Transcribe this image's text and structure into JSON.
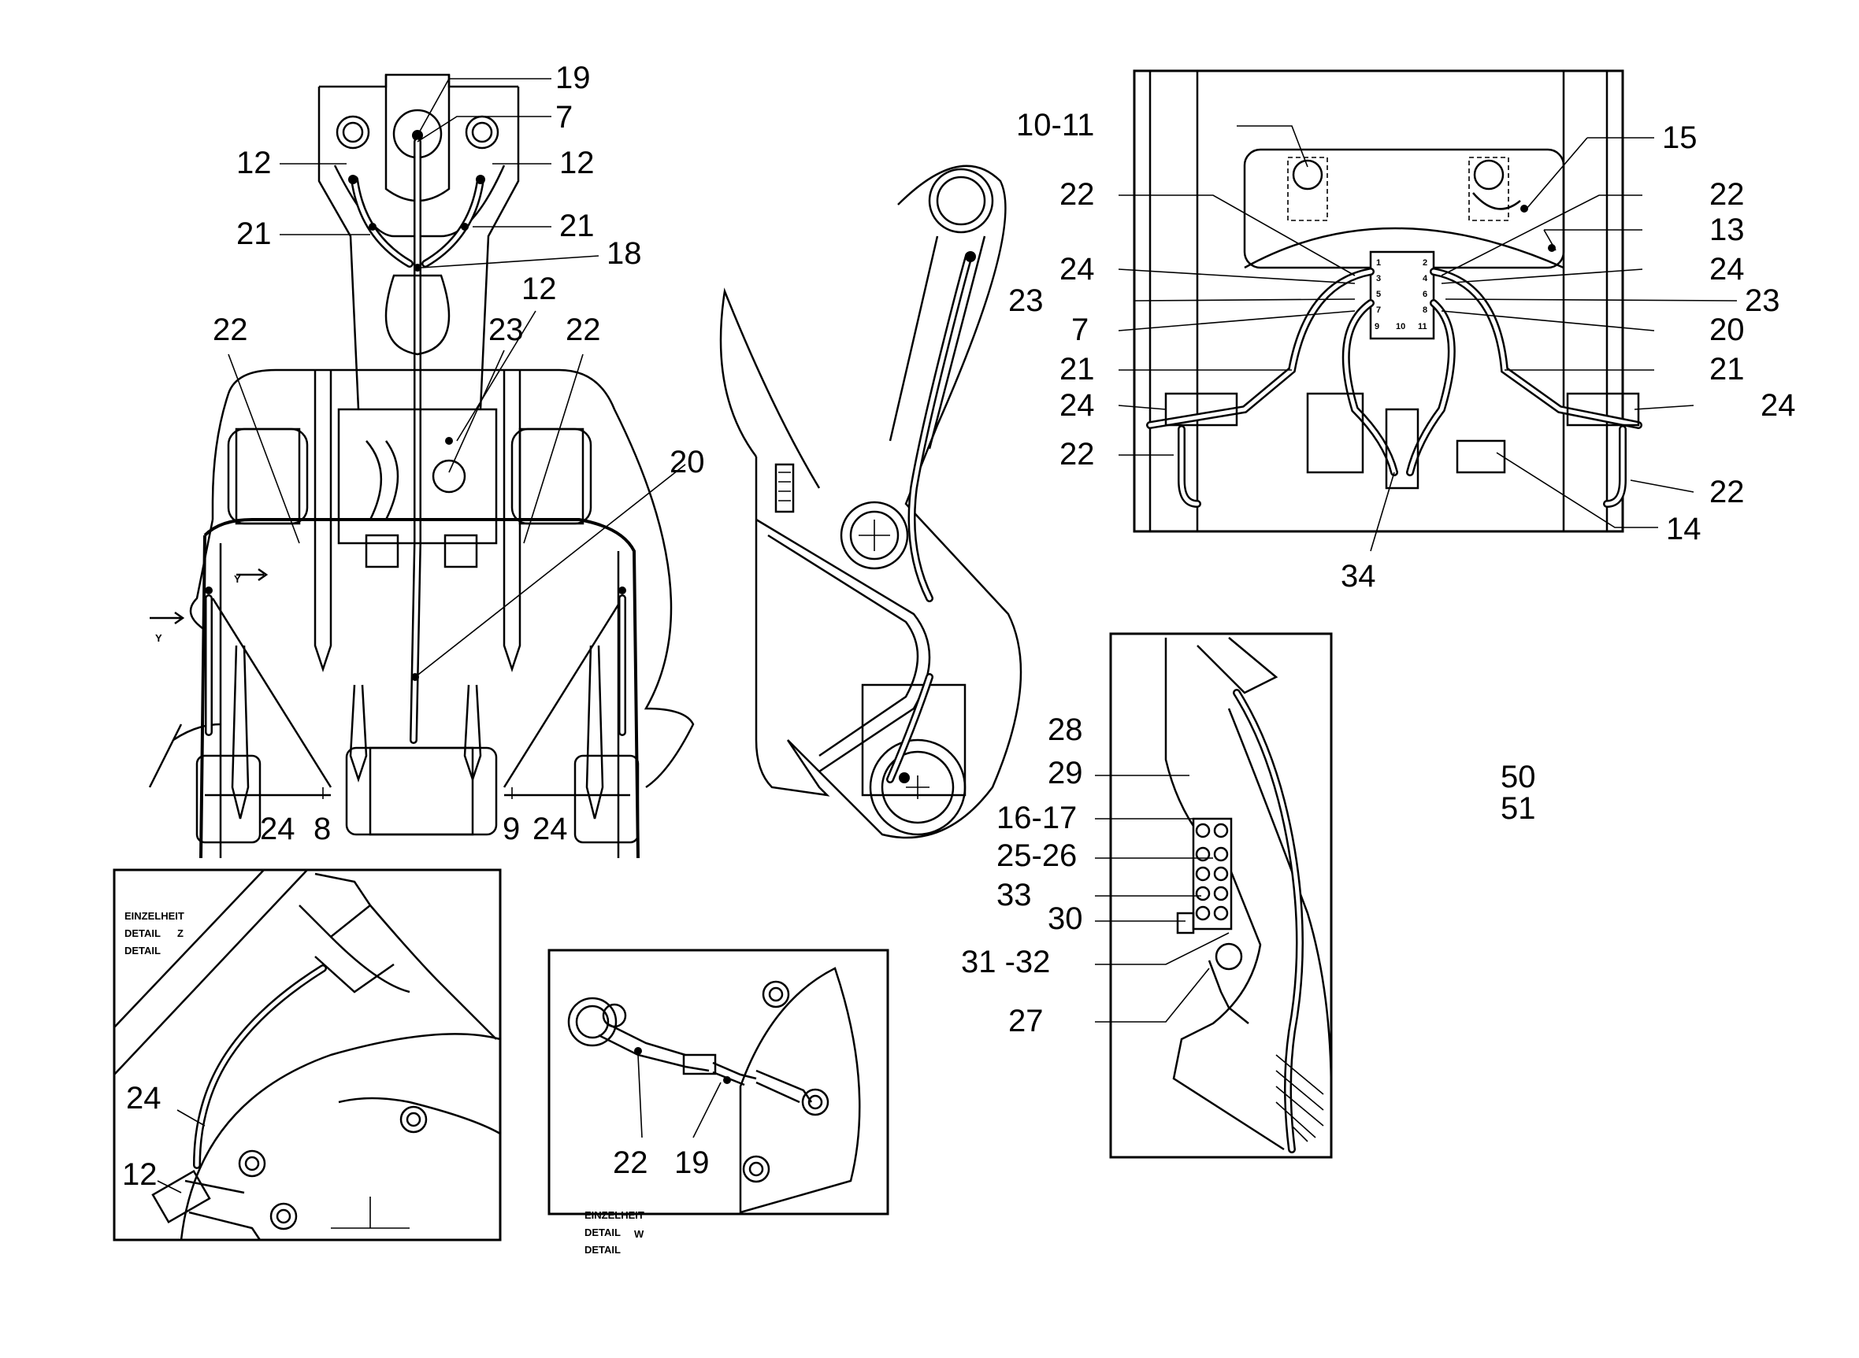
{
  "diagram": {
    "front_view": {
      "callouts": [
        "19",
        "7",
        "12",
        "12",
        "21",
        "21",
        "18",
        "12",
        "22",
        "23",
        "22",
        "20",
        "24",
        "8",
        "9",
        "24"
      ],
      "y_marker": "Y",
      "y_marker_2": "Y"
    },
    "top_right_view": {
      "callouts": [
        "10-11",
        "15",
        "22",
        "22",
        "13",
        "24",
        "24",
        "23",
        "23",
        "7",
        "20",
        "21",
        "21",
        "24",
        "24",
        "22",
        "22",
        "14",
        "34"
      ],
      "block_numbers": [
        "1",
        "2",
        "3",
        "4",
        "5",
        "6",
        "7",
        "8",
        "9",
        "10",
        "11"
      ]
    },
    "detail_right": {
      "callouts": [
        "28",
        "29",
        "16-17",
        "25-26",
        "33",
        "30",
        "31 -32",
        "27"
      ]
    },
    "page_numbers": [
      "50",
      "51"
    ],
    "detail_z": {
      "caption_1": "EINZELHEIT",
      "caption_2": "DETAIL",
      "caption_letter": "Z",
      "caption_3": "DETAIL",
      "callouts": [
        "24",
        "12"
      ]
    },
    "detail_w": {
      "caption_1": "EINZELHEIT",
      "caption_2": "DETAIL",
      "caption_letter": "W",
      "caption_3": "DETAIL",
      "callouts": [
        "22",
        "19"
      ]
    }
  }
}
